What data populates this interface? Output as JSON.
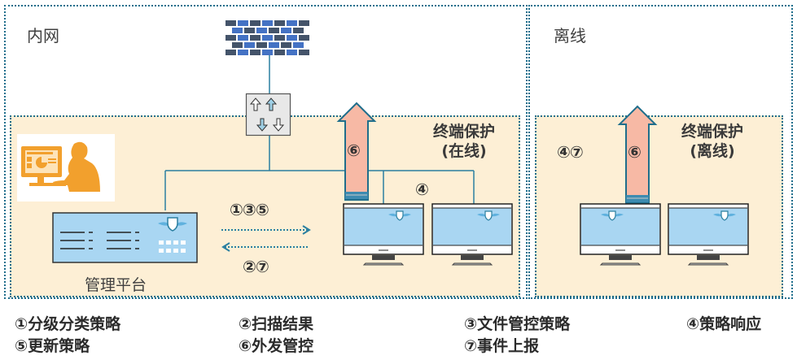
{
  "zones": {
    "intranet_label": "内网",
    "offline_label": "离线"
  },
  "online_group": {
    "title_line1": "终端保护",
    "title_line2": "(在线)"
  },
  "offline_group": {
    "title_line1": "终端保护",
    "title_line2": "(离线)"
  },
  "management": {
    "caption": "管理平台"
  },
  "flows": {
    "to_endpoint": "①③⑤",
    "to_platform": "②⑦",
    "online_outbound": "⑥",
    "online_response": "④",
    "offline_steps": "④⑦",
    "offline_outbound": "⑥"
  },
  "legend": [
    {
      "label": "①分级分类策略"
    },
    {
      "label": "②扫描结果"
    },
    {
      "label": "③文件管控策略"
    },
    {
      "label": "④策略响应"
    },
    {
      "label": "⑤更新策略"
    },
    {
      "label": "⑥外发管控"
    },
    {
      "label": "⑦事件上报"
    }
  ],
  "colors": {
    "border": "#1f6e8c",
    "group_fill": "#fdefd5",
    "screen": "#a9d6f2",
    "arrow_fill": "#f7b9a5",
    "firewall_dark": "#44546a",
    "firewall_blue": "#4472c4",
    "person": "#f2a02d"
  }
}
